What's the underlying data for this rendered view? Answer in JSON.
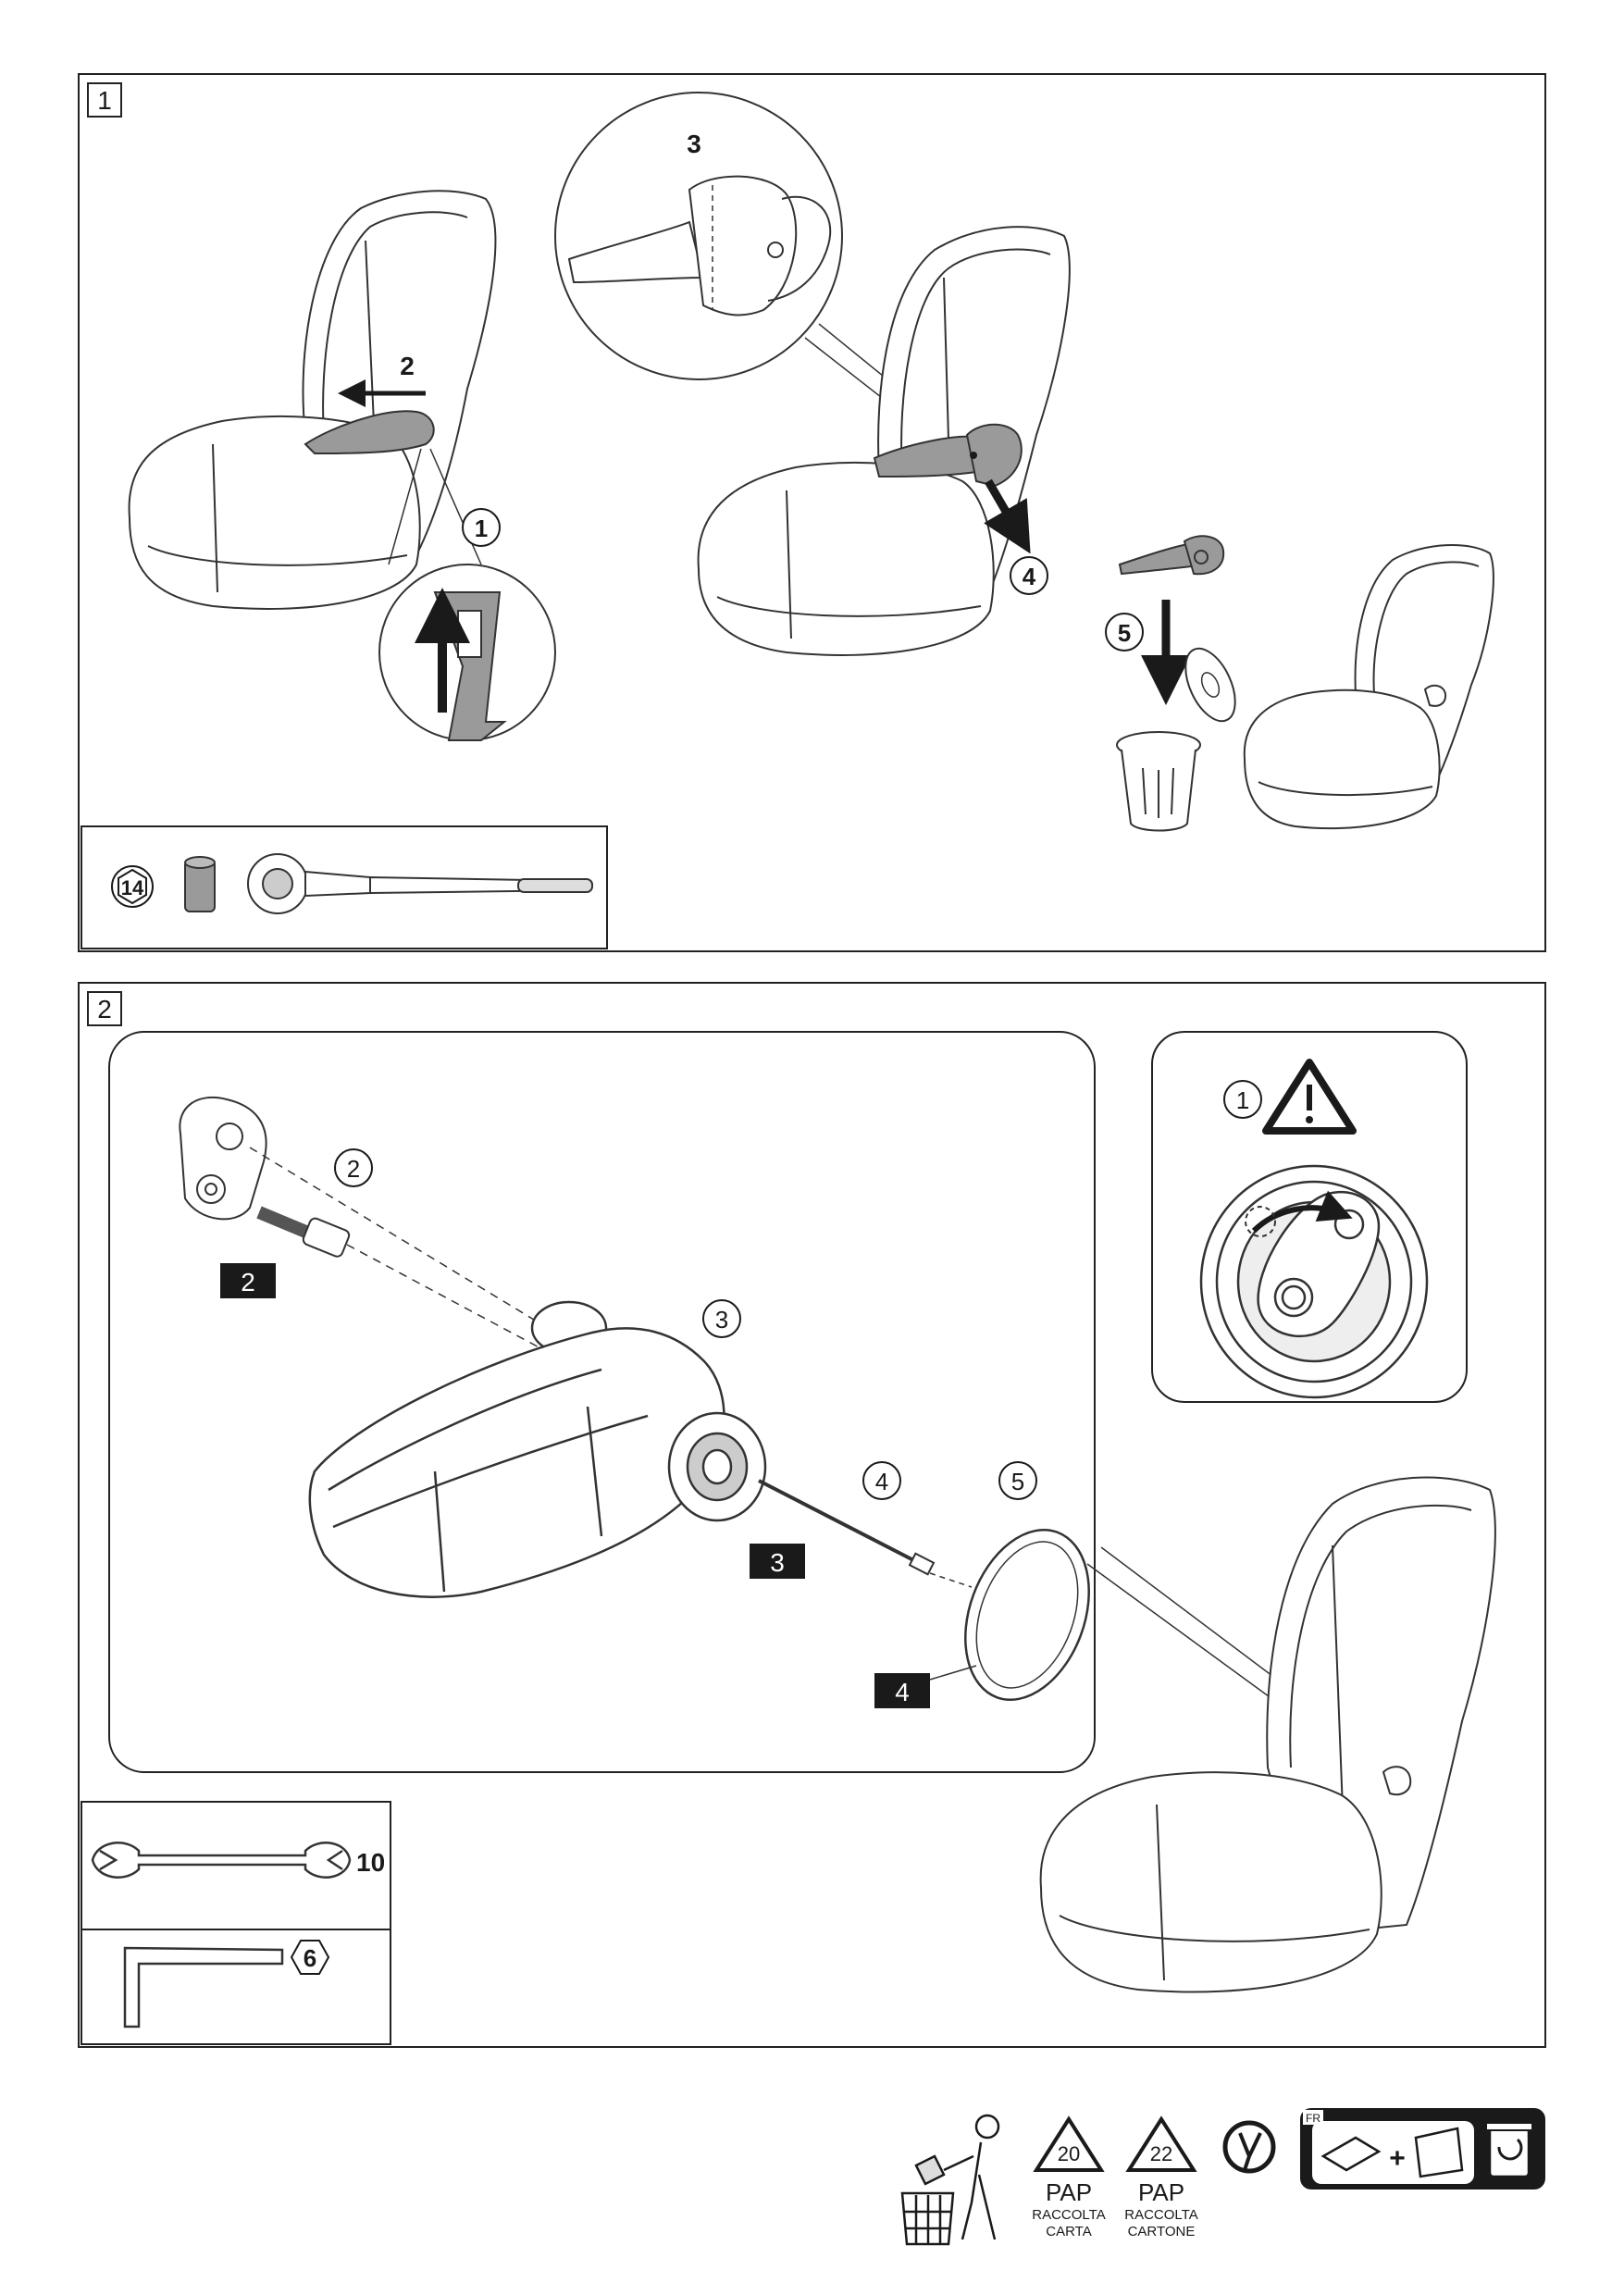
{
  "panels": [
    {
      "number": "1",
      "callouts": {
        "c1": "1",
        "c2": "2",
        "c3": "3",
        "c4": "4",
        "c5": "5"
      },
      "tools": {
        "socket_size": "14"
      }
    },
    {
      "number": "2",
      "callouts": {
        "c1": "1",
        "c2": "2",
        "c3": "3",
        "c4": "4",
        "c5": "5"
      },
      "parts": {
        "p2": "2",
        "p3": "3",
        "p4": "4"
      },
      "tools": {
        "wrench_size": "10",
        "hex_key_size": "6"
      }
    }
  ],
  "footer": {
    "recycle_paper": {
      "code": "20",
      "material": "PAP",
      "line1": "RACCOLTA",
      "line2": "CARTA"
    },
    "recycle_cardboard": {
      "code": "22",
      "material": "PAP",
      "line1": "RACCOLTA",
      "line2": "CARTONE"
    },
    "triman_country": "FR"
  },
  "icons": [
    "trash-person-icon",
    "recycle-triangle-icon",
    "triman-icon",
    "recycling-bin-icon",
    "warning-triangle-icon",
    "socket-icon",
    "ratchet-icon",
    "wrench-icon",
    "hex-key-icon",
    "trash-can-icon"
  ]
}
